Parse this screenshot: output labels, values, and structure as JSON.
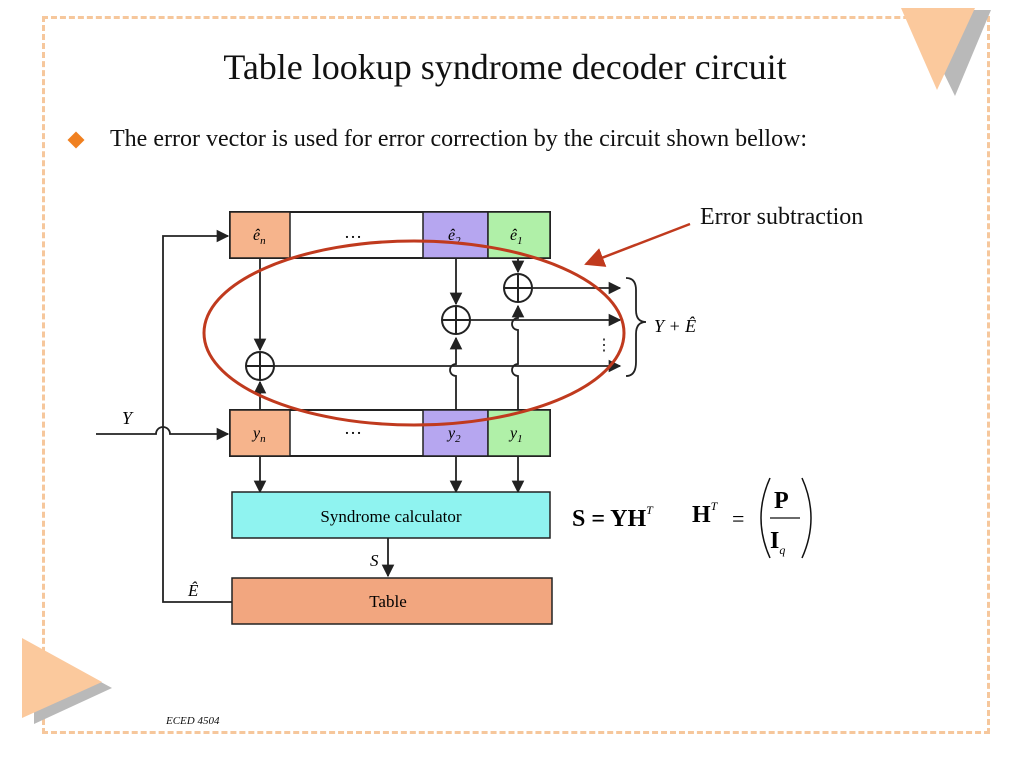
{
  "slide": {
    "title": "Table lookup syndrome decoder circuit",
    "bullet": "The error vector is used for error correction by the circuit shown bellow:",
    "footer": "ECED 4504",
    "callout": "Error subtraction"
  },
  "diagram": {
    "top_register": {
      "cells": [
        "ê",
        "…",
        "ê",
        "ê"
      ],
      "subscripts": [
        "n",
        "",
        "2",
        "1"
      ]
    },
    "bottom_register": {
      "cells": [
        "y",
        "…",
        "y",
        "y"
      ],
      "subscripts": [
        "n",
        "",
        "2",
        "1"
      ]
    },
    "input_label": "Y",
    "output_label": "Y + Ê",
    "syndrome_label": "Syndrome calculator",
    "s_label": "S",
    "e_hat_label": "Ê",
    "table_label": "Table",
    "equation1": "S = YH",
    "equation1_sup": "T",
    "equation2_lhs": "H",
    "equation2_sup": "T",
    "equation2_eq": "=",
    "matrix_top": "P",
    "matrix_bottom": "I",
    "matrix_bottom_sub": "q"
  },
  "colors": {
    "accent_orange": "#f08020",
    "frame_dash": "#f6c79c",
    "cell_orange": "#f6b48c",
    "cell_purple": "#b6a6f0",
    "cell_green": "#b0f0a8",
    "syndrome_fill": "#8ff3f0",
    "table_fill": "#f2a67f",
    "ellipse_red": "#c03a1e"
  }
}
